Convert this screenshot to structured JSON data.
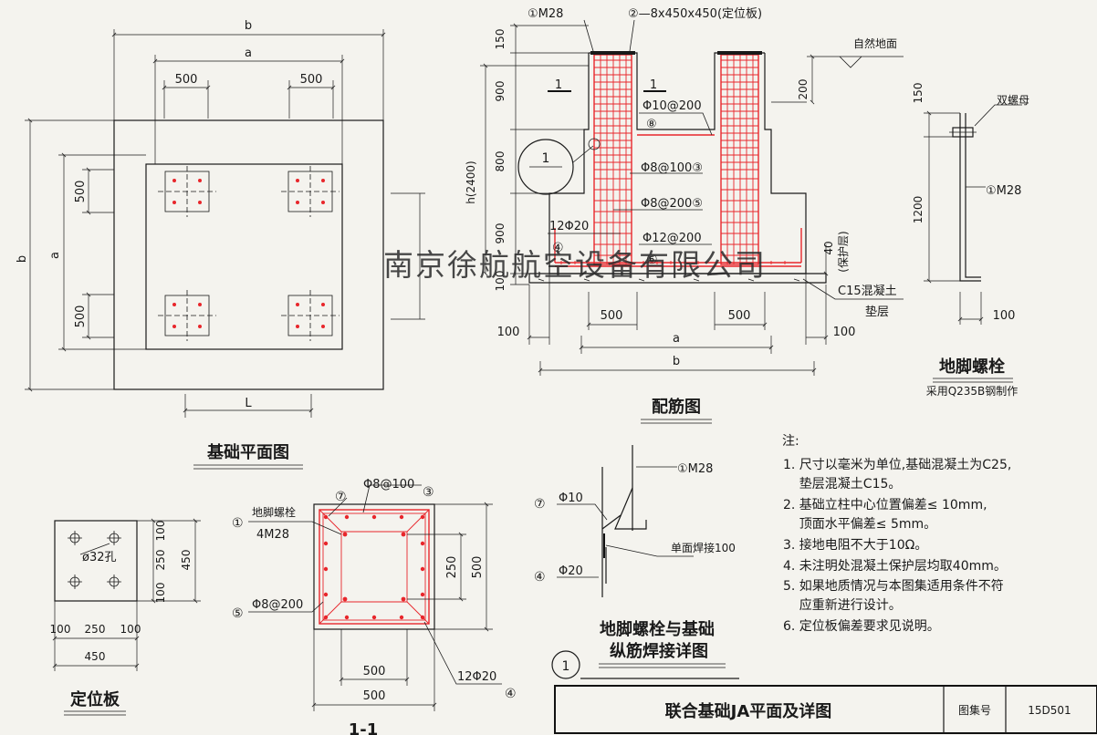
{
  "plan": {
    "title": "基础平面图",
    "dim_b_top": "b",
    "dim_a_top": "a",
    "dim_500_left": "500",
    "dim_500_right": "500",
    "dim_b_left": "b",
    "dim_a_left": "a",
    "dim_500_v_top": "500",
    "dim_500_v_bottom": "500",
    "dim_L": "L"
  },
  "rebar_section": {
    "title": "配筋图",
    "label_m28": "①M28",
    "label_plate": "②—8x450x450(定位板)",
    "natural_ground": "自然地面",
    "cut_mark_left": "1",
    "cut_mark_right": "1",
    "circle_num": "1",
    "bar_8": "Φ10@200",
    "bar_8_num": "⑧",
    "bar_3": "Φ8@100③",
    "bar_5": "Φ8@200⑤",
    "bar_4": "12Φ20",
    "bar_4_num": "④",
    "bar_6": "Φ12@200",
    "bar_6_num": "⑥",
    "dim_150": "150",
    "dim_900_top": "900",
    "dim_800": "800",
    "dim_900_bottom": "900",
    "dim_100_v": "100",
    "dim_h": "h(2400)",
    "dim_200": "200",
    "dim_40": "40",
    "cover_note": "(保护层)",
    "c15_line1": "C15混凝土",
    "c15_line2": "垫层",
    "dim_100_left": "100",
    "dim_500_l": "500",
    "dim_500_r": "500",
    "dim_100_right": "100",
    "dim_a": "a",
    "dim_b": "b"
  },
  "anchor_bolt": {
    "title": "地脚螺栓",
    "subtitle": "采用Q235B钢制作",
    "double_nut": "双螺母",
    "label_m28": "①M28",
    "dim_150": "150",
    "dim_1200": "1200",
    "dim_100": "100"
  },
  "plate": {
    "title": "定位板",
    "hole": "ø32孔",
    "dim_v_100_top": "100",
    "dim_v_250": "250",
    "dim_v_100_bottom": "100",
    "dim_v_450": "450",
    "dim_h_100_left": "100",
    "dim_h_250": "250",
    "dim_h_100_right": "100",
    "dim_h_450": "450"
  },
  "section_11": {
    "title": "1-1",
    "label_bolt_1": "地脚螺栓",
    "label_bolt_2": "4M28",
    "num_1": "①",
    "num_7": "⑦",
    "bar_3": "Φ8@100",
    "num_3": "③",
    "bar_5": "Φ8@200",
    "num_5": "⑤",
    "dim_250": "250",
    "dim_500_v": "500",
    "dim_500_inner": "500",
    "dim_500_outer": "500",
    "bar_4": "12Φ20",
    "num_4": "④"
  },
  "weld_detail": {
    "title_1": "地脚螺栓与基础",
    "title_2": "纵筋焊接详图",
    "label_m28": "①M28",
    "num_7": "⑦",
    "bar_10": "Φ10",
    "weld_note": "单面焊接100",
    "num_4": "④",
    "bar_20": "Φ20"
  },
  "notes": {
    "heading": "注:",
    "items": [
      "1. 尺寸以毫米为单位,基础混凝土为C25,",
      "    垫层混凝土C15。",
      "2. 基础立柱中心位置偏差≤ 10mm,",
      "    顶面水平偏差≤ 5mm。",
      "3. 接地电阻不大于10Ω。",
      "4. 未注明处混凝土保护层均取40mm。",
      "5. 如果地质情况与本图集适用条件不符",
      "    应重新进行设计。",
      "6. 定位板偏差要求见说明。"
    ]
  },
  "title_block": {
    "page_num": "1",
    "title": "联合基础JA平面及详图",
    "atlas_label": "图集号",
    "atlas_code": "15D501"
  },
  "watermark": "南京徐航航空设备有限公司"
}
